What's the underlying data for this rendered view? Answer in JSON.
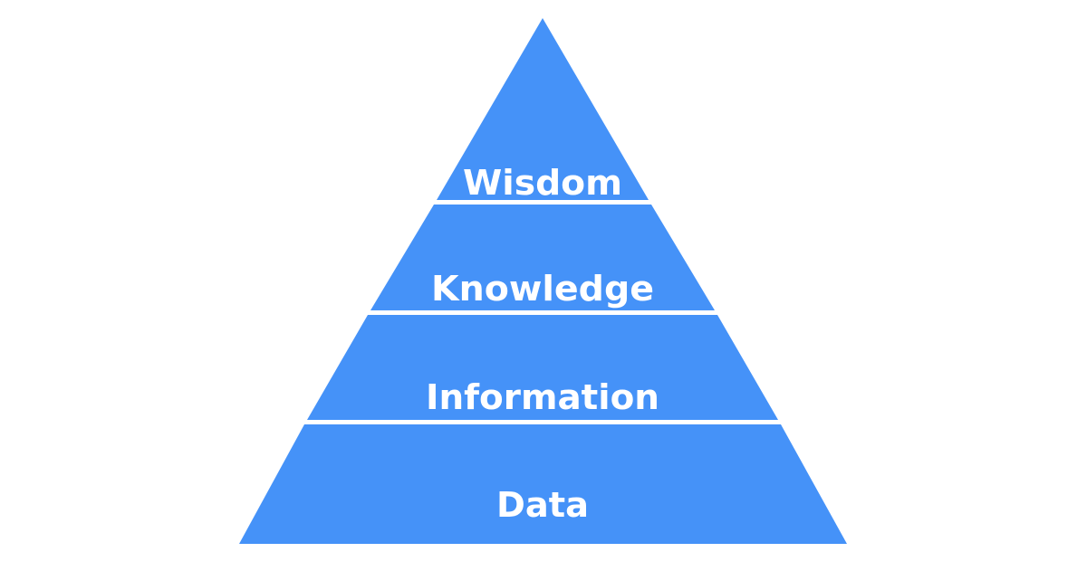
{
  "diagram": {
    "type": "pyramid",
    "fill_color": "#4592F8",
    "gap_color": "#ffffff",
    "tiers": [
      {
        "label": "Wisdom"
      },
      {
        "label": "Knowledge"
      },
      {
        "label": "Information"
      },
      {
        "label": "Data"
      }
    ]
  }
}
